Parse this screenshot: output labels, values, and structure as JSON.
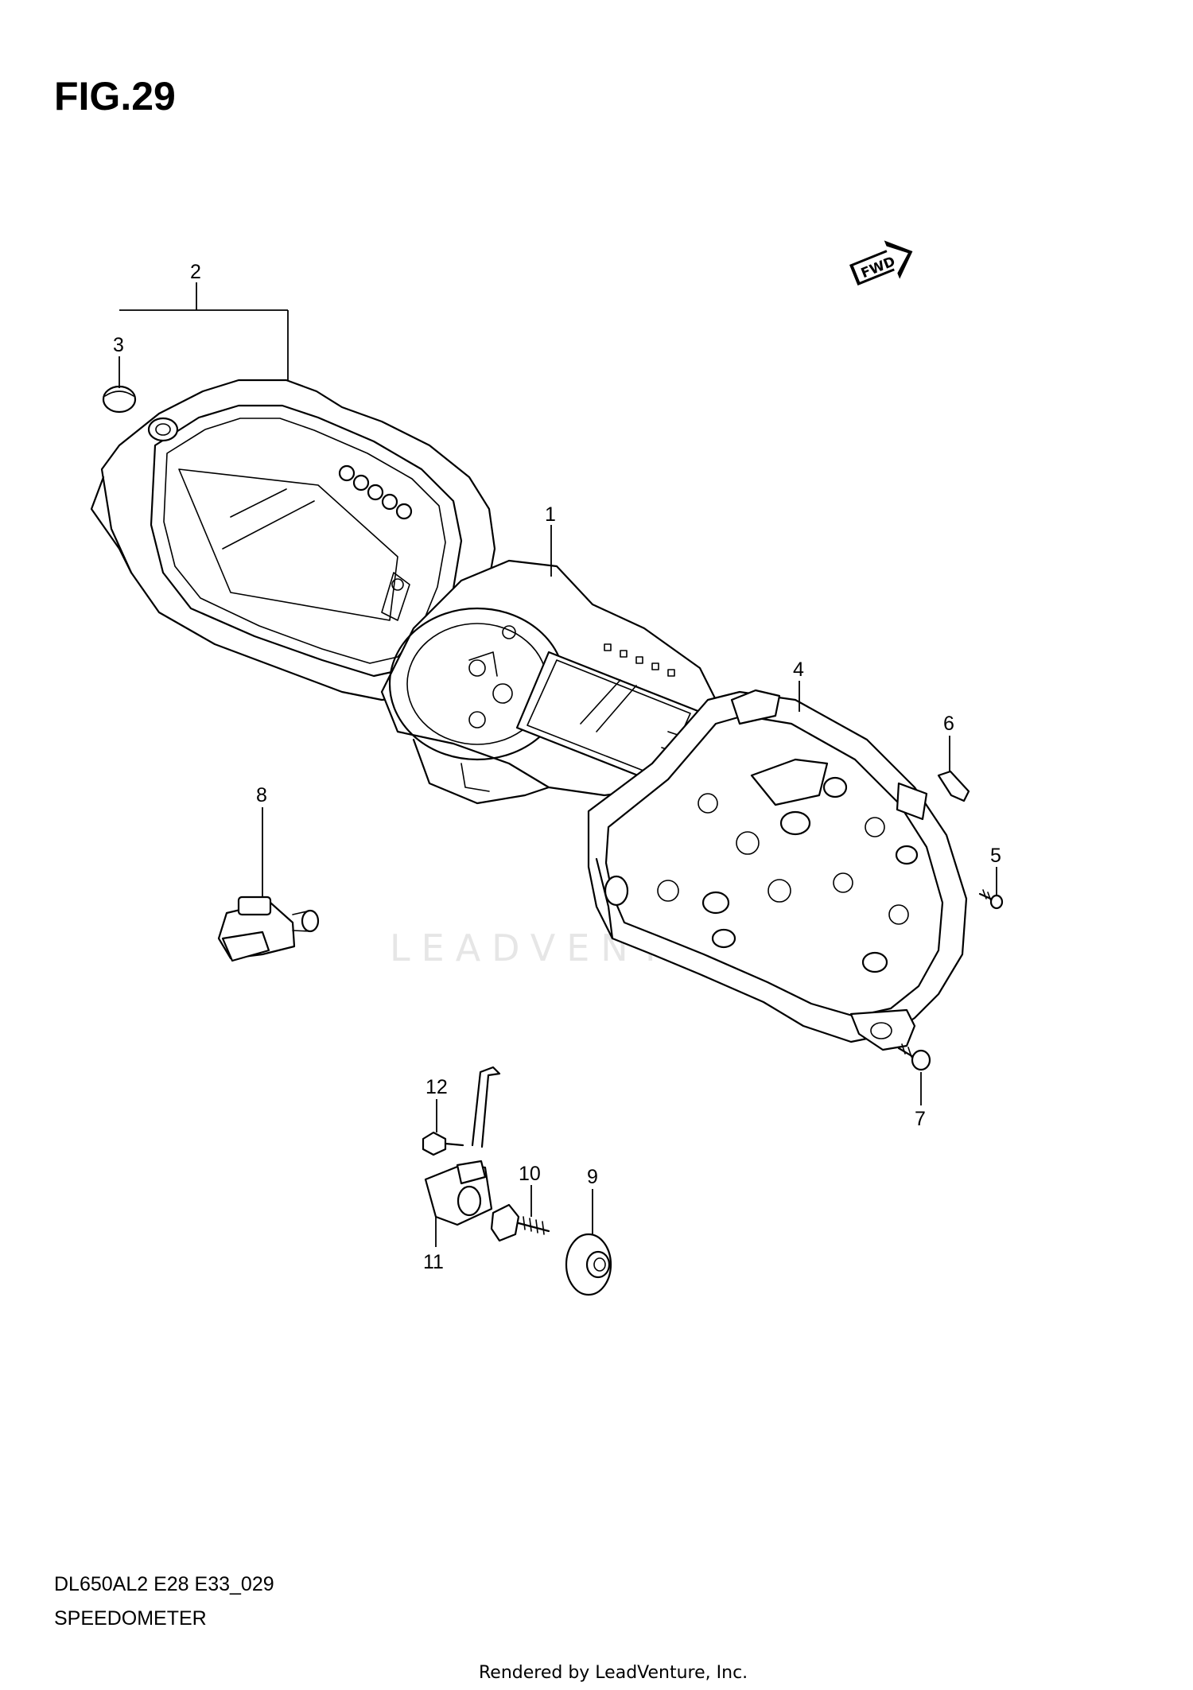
{
  "figure": {
    "title": "FIG.29",
    "fwd_label": "FWD",
    "watermark": "LEADVENTURE"
  },
  "callouts": [
    {
      "id": "1",
      "label": "1"
    },
    {
      "id": "2",
      "label": "2"
    },
    {
      "id": "3",
      "label": "3"
    },
    {
      "id": "4",
      "label": "4"
    },
    {
      "id": "5",
      "label": "5"
    },
    {
      "id": "6",
      "label": "6"
    },
    {
      "id": "7",
      "label": "7"
    },
    {
      "id": "8",
      "label": "8"
    },
    {
      "id": "9",
      "label": "9"
    },
    {
      "id": "10",
      "label": "10"
    },
    {
      "id": "11",
      "label": "11"
    },
    {
      "id": "12",
      "label": "12"
    }
  ],
  "footer": {
    "model_code": "DL650AL2 E28 E33_029",
    "section_name": "SPEEDOMETER",
    "credit": "Rendered by LeadVenture, Inc."
  }
}
